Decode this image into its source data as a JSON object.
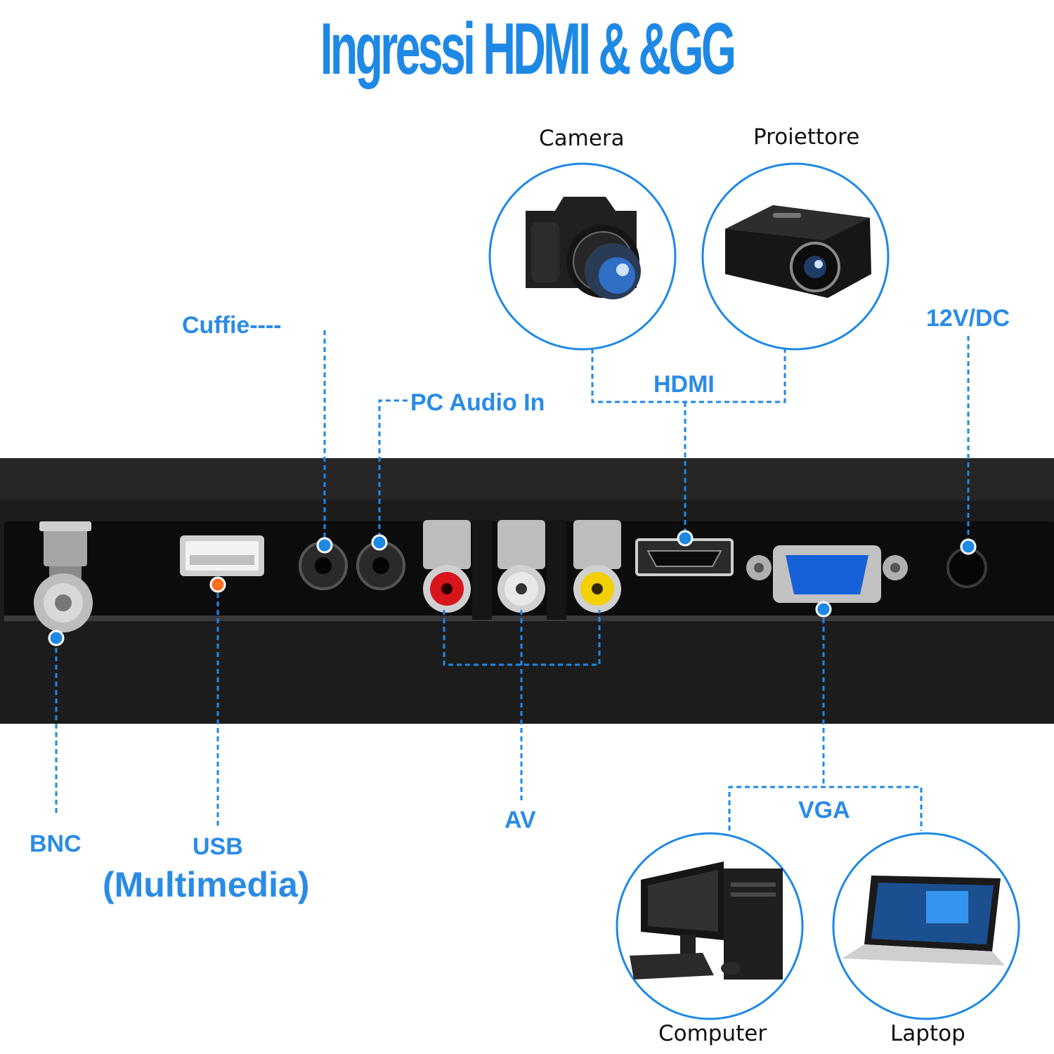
{
  "title": "Ingressi HDMI & &GG",
  "colors": {
    "accent": "#1e88e5",
    "label": "#2a8be6",
    "panel": "#1c1c1c",
    "panel_inner": "#0c0c0c",
    "dot": "#1e88e5",
    "dot_usb": "#ff6f1c",
    "rca_red": "#d9141b",
    "rca_white": "#e8e8e8",
    "rca_yellow": "#f2cf06",
    "vga_blue": "#1661d8"
  },
  "labels": {
    "cuffie": "Cuffie----",
    "pc_audio": "PC Audio In",
    "hdmi": "HDMI",
    "dc": "12V/DC",
    "bnc": "BNC",
    "usb": "USB",
    "usb_sub": "(Multimedia)",
    "av": "AV",
    "vga": "VGA"
  },
  "devices": {
    "camera": {
      "label": "Camera",
      "icon": "camera-icon"
    },
    "projector": {
      "label": "Proiettore",
      "icon": "projector-icon"
    },
    "computer": {
      "label": "Computer",
      "icon": "desktop-computer-icon"
    },
    "laptop": {
      "label": "Laptop",
      "icon": "laptop-icon"
    }
  }
}
